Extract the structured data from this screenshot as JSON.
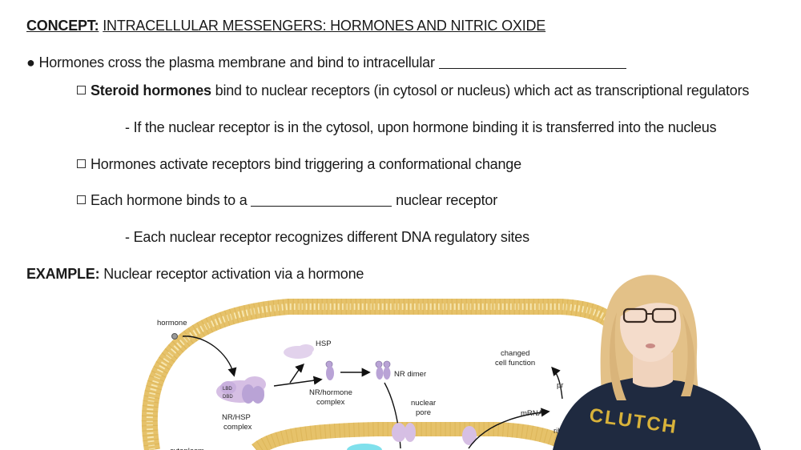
{
  "title": {
    "prefix": "CONCEPT:",
    "text": "INTRACELLULAR MESSENGERS: HORMONES AND NITRIC OXIDE"
  },
  "bullets": {
    "b1": "Hormones cross the plasma membrane and bind to intracellular",
    "b2_bold": "Steroid hormones",
    "b2_rest": "bind to nuclear receptors (in cytosol or nucleus) which act as transcriptional regulators",
    "b2_sub": "- If the nuclear receptor is in the cytosol, upon hormone binding it is transferred into the nucleus",
    "b3": "Hormones activate receptors bind triggering a conformational change",
    "b4_pre": "Each hormone binds to a",
    "b4_post": "nuclear receptor",
    "b4_sub": "- Each nuclear receptor recognizes different DNA regulatory sites"
  },
  "example": {
    "prefix": "EXAMPLE:",
    "text": "Nuclear receptor activation via a hormone"
  },
  "diagram": {
    "hormone": "hormone",
    "hsp": "HSP",
    "lbd": "LBD",
    "dbd": "DBD",
    "nr_hsp_1": "NR/HSP",
    "nr_hsp_2": "complex",
    "nr_hormone_1": "NR/hormone",
    "nr_hormone_2": "complex",
    "nr_dimer": "NR dimer",
    "nuclear_pore_1": "nuclear",
    "nuclear_pore_2": "pore",
    "changed_1": "changed",
    "changed_2": "cell function",
    "mrna": "mRNA",
    "pr": "pr",
    "ribo": "ribo",
    "cytoplasm": "cytoplasm"
  },
  "shirt_text": "CLUTCH",
  "colors": {
    "membrane": "#e8c46a",
    "hsp": "#d6bfe4",
    "receptor": "#b9a3d6",
    "nucleus_blue": "#7fe0ec",
    "shirt": "#1f2a40",
    "shirt_text": "#d8b23a",
    "hair": "#e3c188"
  }
}
